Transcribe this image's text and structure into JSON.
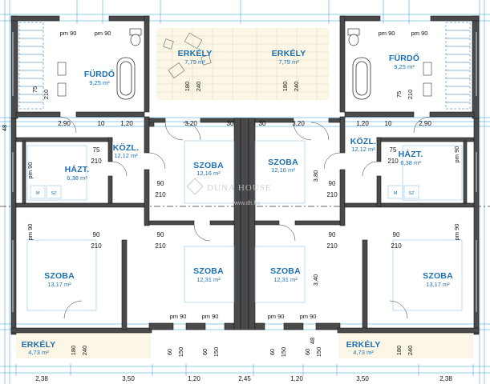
{
  "rooms": {
    "balcony_top_left": {
      "name": "ERKÉLY",
      "area": "7,79 m²"
    },
    "balcony_top_right": {
      "name": "ERKÉLY",
      "area": "7,79 m²"
    },
    "bath_left": {
      "name": "FÜRDŐ",
      "area": "9,25 m²"
    },
    "bath_right": {
      "name": "FÜRDŐ",
      "area": "9,25 m²"
    },
    "hall_left": {
      "name": "KÖZL.",
      "area": "12,12 m²"
    },
    "hall_right": {
      "name": "KÖZL.",
      "area": "12,12 m²"
    },
    "utility_left": {
      "name": "HÁZT.",
      "area": "6,38 m²",
      "appliances": [
        "M",
        "SZ"
      ]
    },
    "utility_right": {
      "name": "HÁZT.",
      "area": "6,38 m²",
      "appliances": [
        "M",
        "SZ"
      ]
    },
    "room_mid_left": {
      "name": "SZOBA",
      "area": "12,16 m²"
    },
    "room_mid_right": {
      "name": "SZOBA",
      "area": "12,16 m²"
    },
    "room_low_center_left": {
      "name": "SZOBA",
      "area": "12,31 m²"
    },
    "room_low_center_right": {
      "name": "SZOBA",
      "area": "12,31 m²"
    },
    "room_corner_left": {
      "name": "SZOBA",
      "area": "13,17 m²"
    },
    "room_corner_right": {
      "name": "SZOBA",
      "area": "13,17 m²"
    },
    "balcony_bottom_left": {
      "name": "ERKÉLY",
      "area": "4,73 m²"
    },
    "balcony_bottom_right": {
      "name": "ERKÉLY",
      "area": "4,73 m²"
    }
  },
  "dimensions": {
    "bottom_chain": [
      "2,38",
      "3,50",
      "1,20",
      "2,45",
      "1,20",
      "3,50",
      "2,38"
    ],
    "upper_chain": [
      "2,90",
      "10",
      "1,20",
      "3,20",
      "30",
      "30",
      "3,20",
      "1,20",
      "10",
      "2,90"
    ],
    "heights": [
      "3,80",
      "3,40"
    ],
    "top_pm": [
      "pm 90",
      "pm 90",
      "pm 90",
      "pm 90"
    ],
    "side_pm": [
      "pm 90",
      "pm 90",
      "pm 90",
      "pm 90"
    ],
    "bottom_pm": [
      "pm 90",
      "pm 90",
      "pm 90",
      "pm 90"
    ],
    "door_labels": [
      "90",
      "210",
      "75",
      "210",
      "180",
      "240",
      "60",
      "150",
      "48"
    ]
  },
  "watermark": {
    "brand": "DUNA HOUSE",
    "url": "www.dh.hu"
  },
  "colors": {
    "wall": "#4a4a4a",
    "wall_outline": "#1a1a1a",
    "text": "#1f6fb0",
    "dim_line": "#2a9ad8",
    "balcony_fill": "#fbf6e6"
  }
}
